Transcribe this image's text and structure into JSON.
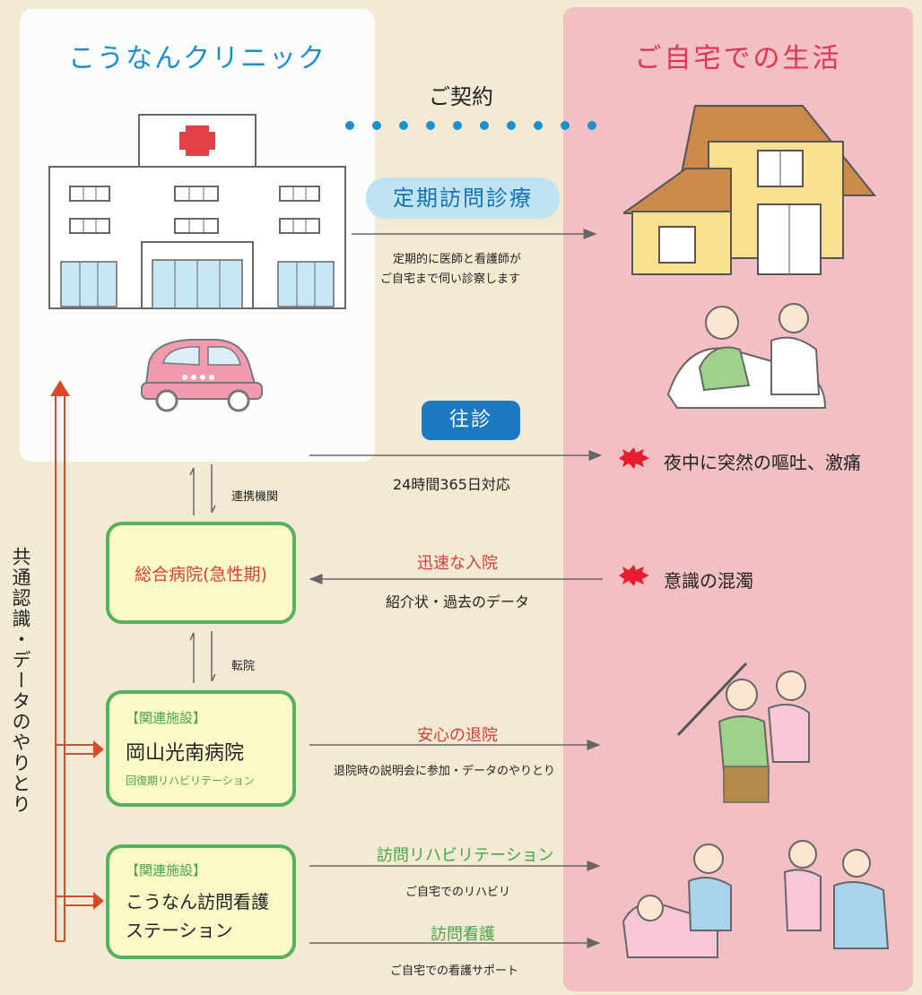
{
  "clinic": {
    "title": "こうなんクリニック"
  },
  "home": {
    "title": "ご自宅での生活"
  },
  "contract": {
    "label": "ご契約"
  },
  "regular_visit": {
    "label": "定期訪問診療",
    "desc_line1": "定期的に医師と看護師が",
    "desc_line2": "ご自宅まで伺い診察します"
  },
  "house_call": {
    "label": "往診",
    "desc": "24時間365日対応",
    "event": "夜中に突然の嘔吐、激痛"
  },
  "coop": {
    "label": "連携機関"
  },
  "general_hospital": {
    "name": "総合病院(急性期)",
    "flow_label": "迅速な入院",
    "flow_desc": "紹介状・過去のデータ",
    "event": "意識の混濁"
  },
  "transfer": {
    "label": "転院"
  },
  "konan_hospital": {
    "tag": "【関連施設】",
    "name": "岡山光南病院",
    "sub": "回復期リハビリテーション",
    "flow_label": "安心の退院",
    "flow_desc": "退院時の説明会に参加・データのやりとり"
  },
  "nursing_station": {
    "tag": "【関連施設】",
    "name_line1": "こうなん訪問看護",
    "name_line2": "ステーション",
    "rehab_label": "訪問リハビリテーション",
    "rehab_desc": "ご自宅でのリハビリ",
    "nursing_label": "訪問看護",
    "nursing_desc": "ご自宅での看護サポート"
  },
  "side": {
    "label": "共通認識・データのやりとり"
  },
  "colors": {
    "clinic_blue": "#1e8fca",
    "home_pink": "#f2bfc4",
    "box_green": "#56b05d",
    "box_fill": "#fbf9c8",
    "accent_red": "#d63d3a"
  }
}
